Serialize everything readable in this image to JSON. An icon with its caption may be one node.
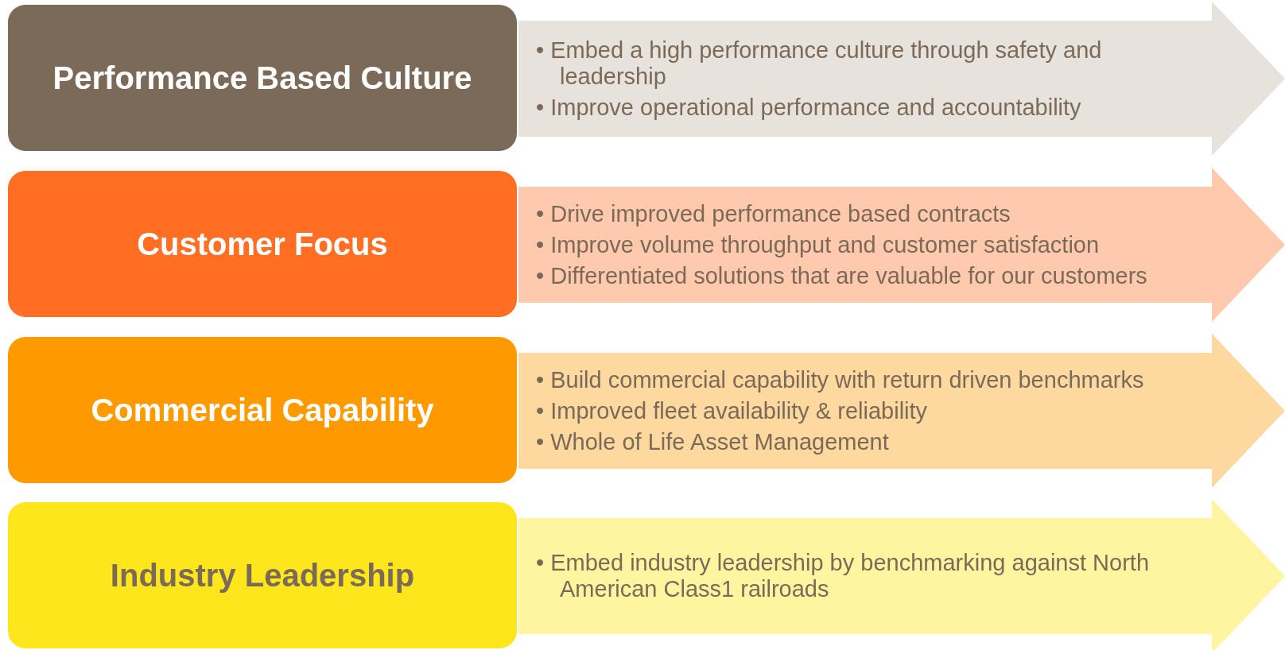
{
  "diagram": {
    "nodes": [
      {
        "text": [
          "Performance Based Culture"
        ]
      },
      {
        "text": [
          "• Embed a high performance culture through safety and leadership",
          "• Improve operational performance and accountability"
        ]
      },
      {
        "text": [
          "Customer Focus"
        ]
      },
      {
        "text": [
          "• Drive improved performance based contracts",
          "• Improve volume throughput and customer satisfaction",
          "• Differentiated solutions that are valuable for our customers"
        ]
      },
      {
        "text": [
          "Commercial Capability"
        ]
      },
      {
        "text": [
          "• Build commercial capability with return driven benchmarks",
          "• Improved fleet availability & reliability",
          "• Whole of Life Asset Management"
        ]
      },
      {
        "text": [
          "Industry Leadership"
        ]
      },
      {
        "text": [
          "• Embed industry leadership by benchmarking against North American Class1 railroads"
        ]
      }
    ],
    "edges": []
  }
}
